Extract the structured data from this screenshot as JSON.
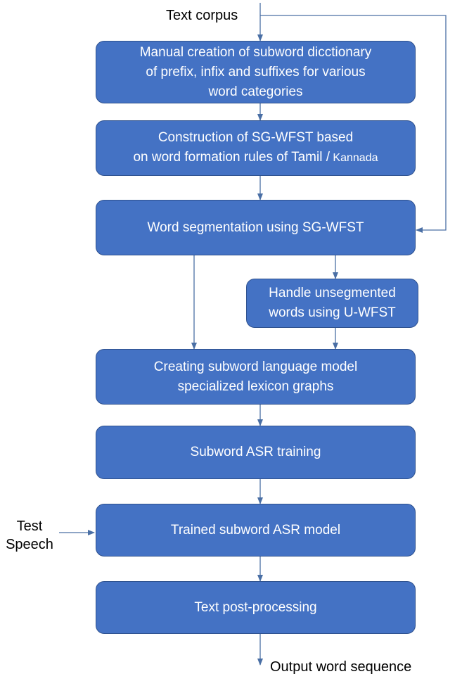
{
  "inputs": {
    "text_corpus": "Text corpus",
    "test_speech_line1": "Test",
    "test_speech_line2": "Speech"
  },
  "output": {
    "label": "Output word sequence"
  },
  "boxes": {
    "manual_creation": {
      "line1": "Manual creation of subword dicctionary",
      "line2": "of prefix, infix and suffixes for various",
      "line3": "word categories"
    },
    "construction": {
      "line1": "Construction of  SG-WFST based",
      "line2a": "on word formation rules of Tamil /",
      "line2b": " Kannada"
    },
    "word_segmentation": {
      "line1": "Word segmentation using  SG-WFST"
    },
    "handle_unsegmented": {
      "line1": "Handle unsegmented",
      "line2": "words using U-WFST"
    },
    "creating_lm": {
      "line1": "Creating subword language model",
      "line2": "specialized lexicon graphs"
    },
    "asr_training": {
      "line1": "Subword ASR training"
    },
    "trained_model": {
      "line1": "Trained subword ASR model"
    },
    "post_processing": {
      "line1": "Text post-processing"
    }
  },
  "colors": {
    "box_fill": "#4472c4",
    "box_border": "#2f528f",
    "arrow": "#4a6fa5",
    "box_text": "#ffffff",
    "label_text": "#000000"
  }
}
